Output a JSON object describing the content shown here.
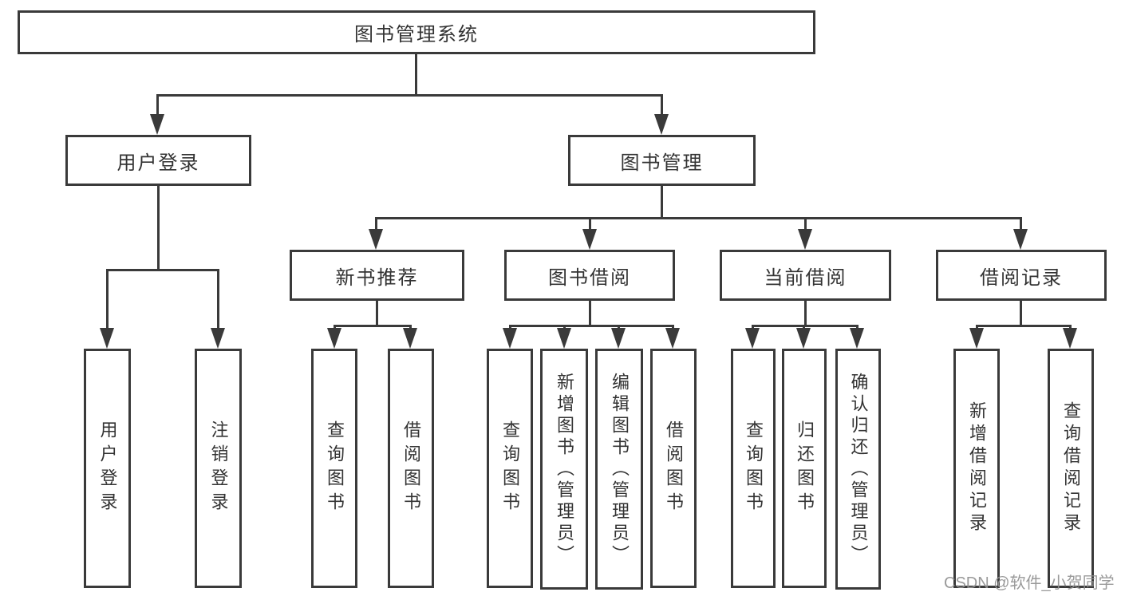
{
  "root": {
    "label": "图书管理系统"
  },
  "level2": [
    {
      "label": "用户登录"
    },
    {
      "label": "图书管理"
    }
  ],
  "user_login_children": [
    "用户登录",
    "注销登录"
  ],
  "book_mgmt_sections": [
    {
      "label": "新书推荐",
      "children": [
        "查询图书",
        "借阅图书"
      ]
    },
    {
      "label": "图书借阅",
      "children": [
        "查询图书",
        "新增图书（管理员）",
        "编辑图书（管理员）",
        "借阅图书"
      ]
    },
    {
      "label": "当前借阅",
      "children": [
        "查询图书",
        "归还图书",
        "确认归还（管理员）"
      ]
    },
    {
      "label": "借阅记录",
      "children": [
        "新增借阅记录",
        "查询借阅记录"
      ]
    }
  ],
  "watermark": {
    "text": "CSDN @软件_小贺同学"
  },
  "colors": {
    "line": "#3a3a3a",
    "text": "#333333",
    "watermark": "#919191",
    "background": "#ffffff"
  }
}
